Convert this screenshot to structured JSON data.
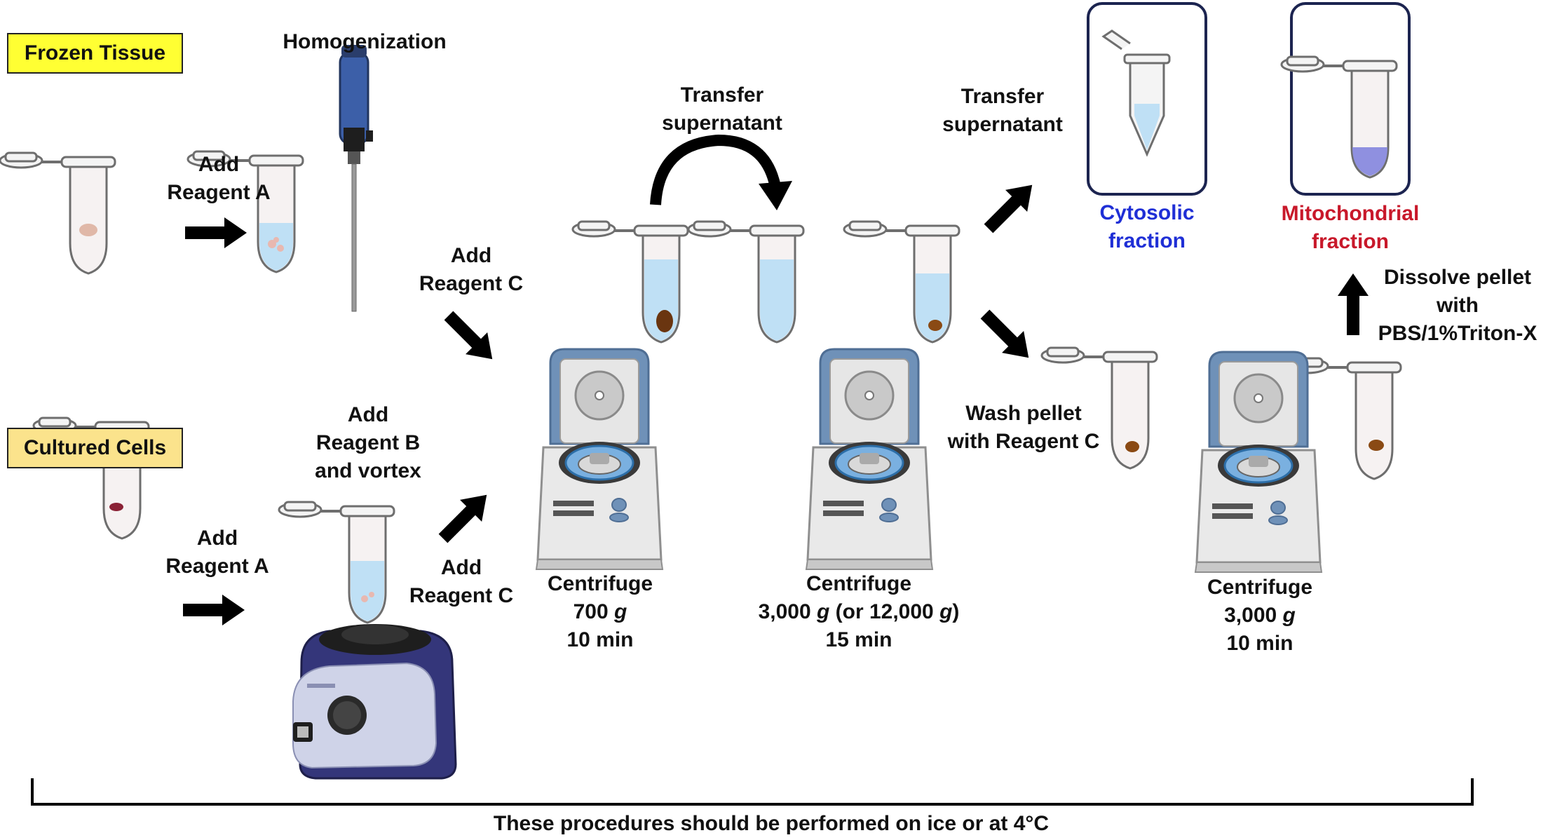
{
  "tags": {
    "frozen_tissue": "Frozen Tissue",
    "cultured_cells": "Cultured Cells"
  },
  "steps": {
    "homogenization": "Homogenization",
    "add_reagent_a_top": [
      "Add",
      "Reagent A"
    ],
    "add_reagent_a_bottom": [
      "Add",
      "Reagent A"
    ],
    "add_reagent_b": [
      "Add",
      "Reagent B",
      "and vortex"
    ],
    "add_reagent_c_top": [
      "Add",
      "Reagent C"
    ],
    "add_reagent_c_bottom": [
      "Add",
      "Reagent C"
    ],
    "transfer_1": [
      "Transfer",
      "supernatant"
    ],
    "transfer_2": [
      "Transfer",
      "supernatant"
    ],
    "wash_pellet": [
      "Wash pellet",
      "with Reagent C"
    ],
    "dissolve": [
      "Dissolve pellet",
      "with",
      "PBS/1%Triton-X"
    ]
  },
  "centrifuges": {
    "c1": {
      "line1": "Centrifuge",
      "speed": "700",
      "unit": "g",
      "time": "10 min"
    },
    "c2": {
      "line1": "Centrifuge",
      "speed": "3,000",
      "unit": "g",
      "alt_open": "(or 12,000",
      "alt_unit": "g",
      "alt_close": ")",
      "time": "15 min"
    },
    "c3": {
      "line1": "Centrifuge",
      "speed": "3,000",
      "unit": "g",
      "time": "10 min"
    }
  },
  "fractions": {
    "cytosolic": [
      "Cytosolic",
      "fraction"
    ],
    "mitochondrial": [
      "Mitochondrial",
      "fraction"
    ]
  },
  "footer": "These procedures should be performed on ice or at 4°C",
  "colors": {
    "cytosolic_text": "#1f2fd6",
    "mito_text": "#c8182a",
    "tag_frozen": "#ffff33",
    "tag_cultured": "#fbe38c",
    "arrow": "#000000",
    "liquid": "#bfe0f5",
    "pellet": "#7a3b10",
    "centrifuge_lid": "#6f91b8"
  }
}
